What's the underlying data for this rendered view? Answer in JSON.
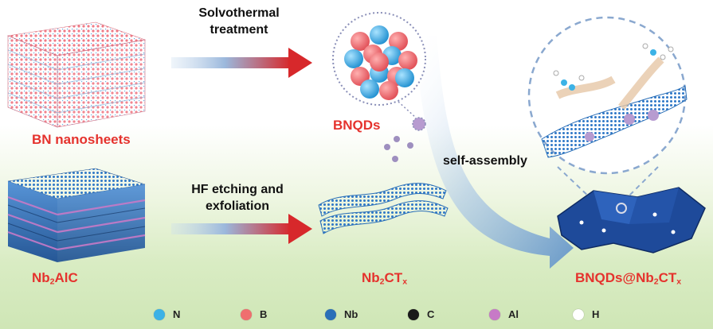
{
  "labels": {
    "bn_nanosheets": "BN nanosheets",
    "solvothermal_line1": "Solvothermal",
    "solvothermal_line2": "treatment",
    "bnqds": "BNQDs",
    "self_assembly": "self-assembly",
    "hf_line1": "HF etching and",
    "hf_line2": "exfoliation",
    "nb2alc": {
      "a": "Nb",
      "sub": "2",
      "b": "AlC"
    },
    "nb2ctx": {
      "a": "Nb",
      "sub1": "2",
      "b": "CT",
      "sub2": "x"
    },
    "product": {
      "a": "BNQDs@Nb",
      "sub1": "2",
      "b": "CT",
      "sub2": "x"
    }
  },
  "legend": [
    {
      "label": "N",
      "color": "#3cb2e6"
    },
    {
      "label": "B",
      "color": "#ef6f6f"
    },
    {
      "label": "Nb",
      "color": "#2a6fb8"
    },
    {
      "label": "C",
      "color": "#1a1a1a"
    },
    {
      "label": "Al",
      "color": "#c77ac7"
    },
    {
      "label": "H",
      "color": "#ffffff"
    }
  ],
  "colors": {
    "label_red": "#e5322d",
    "arrow_red": "#d7282b",
    "arrow_blue": "#5b8fc9"
  }
}
